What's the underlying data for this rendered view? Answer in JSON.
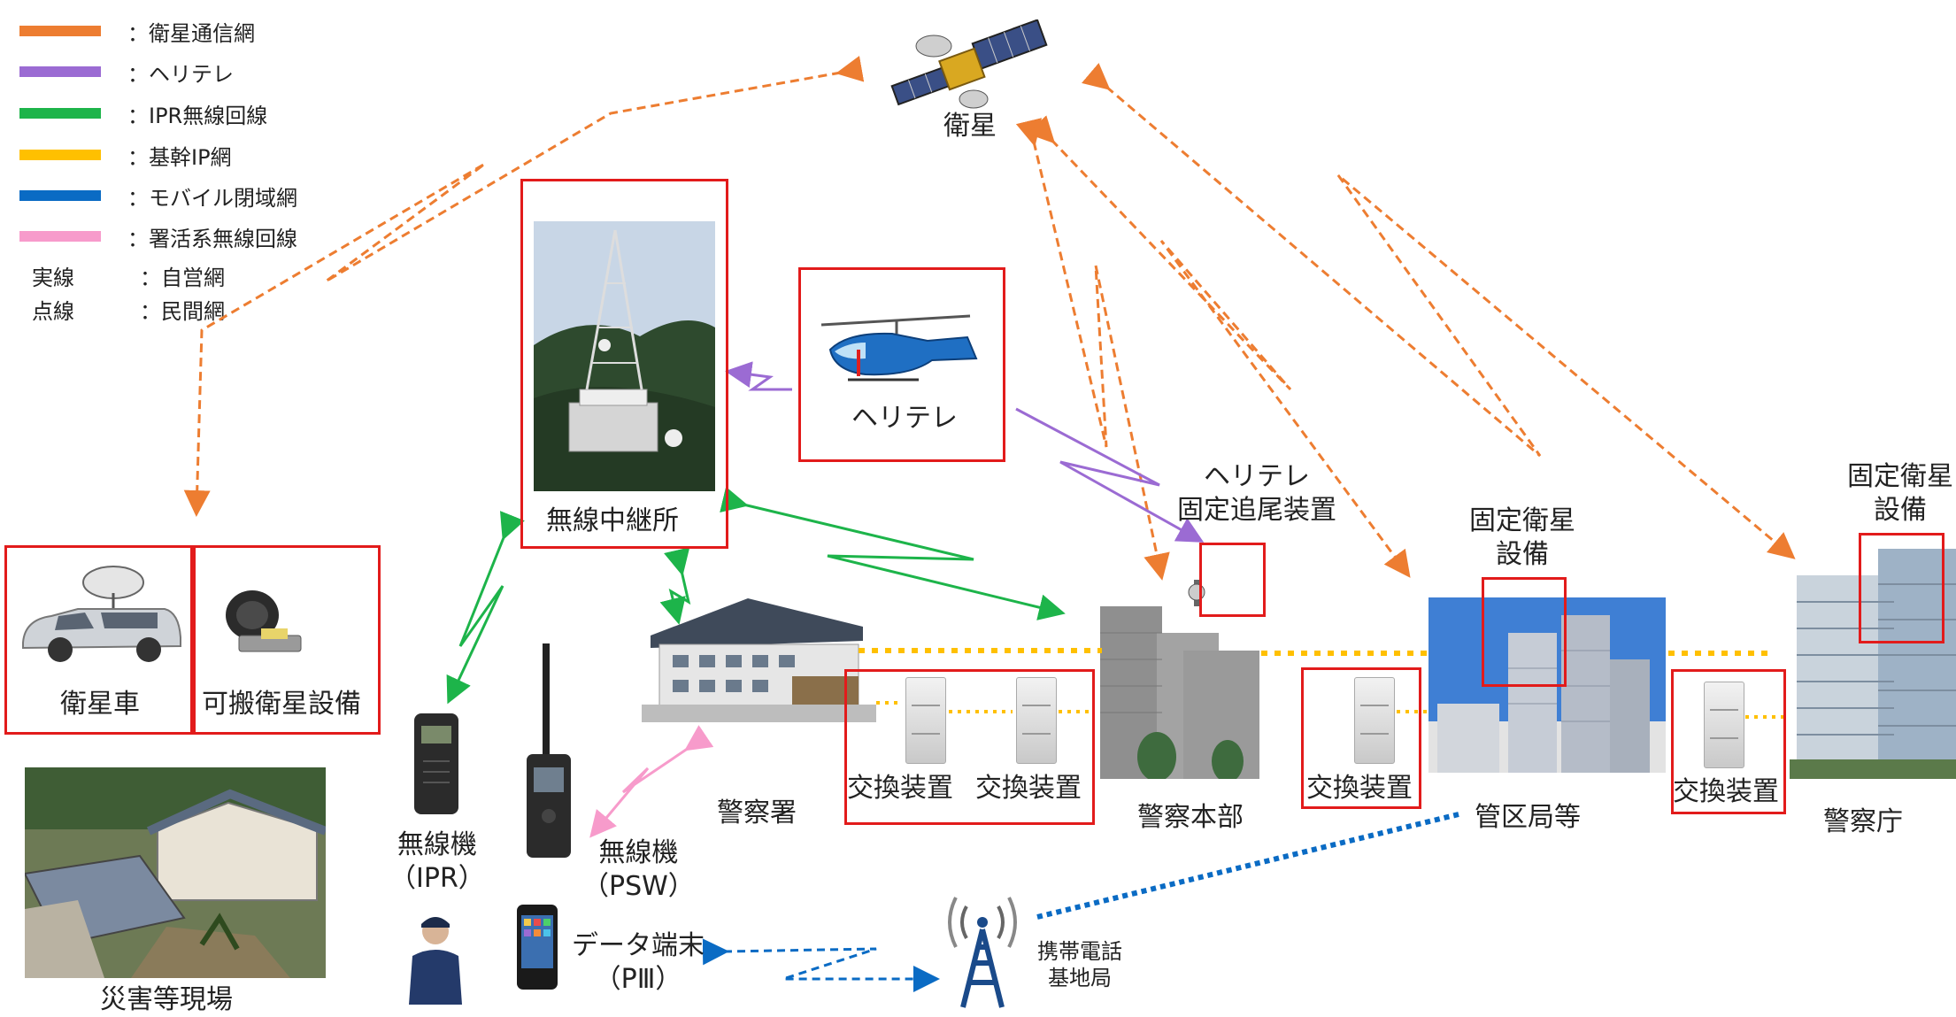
{
  "legend": [
    {
      "color": "#ED7D31",
      "label": "：衛星通信網"
    },
    {
      "color": "#9B6BD3",
      "label": "：ヘリテレ"
    },
    {
      "color": "#1DB44A",
      "label": "：IPR無線回線"
    },
    {
      "color": "#FFC000",
      "label": "：基幹IP網"
    },
    {
      "color": "#0A6BC4",
      "label": "：モバイル閉域網"
    },
    {
      "color": "#F79BCB",
      "label": "：署活系無線回線"
    }
  ],
  "legend_text": [
    {
      "key": "実線",
      "label": "：自営網"
    },
    {
      "key": "点線",
      "label": "：民間網"
    }
  ],
  "labels": {
    "satellite": "衛星",
    "relay_station": "無線中継所",
    "helitele": "ヘリテレ",
    "helitele_tracker": "ヘリテレ\n固定追尾装置",
    "fixed_sat_kanku": "固定衛星\n設備",
    "fixed_sat_npa": "固定衛星\n設備",
    "sat_car": "衛星車",
    "portable_sat": "可搬衛星設備",
    "disaster_site": "災害等現場",
    "radio_ipr": "無線機\n（IPR）",
    "radio_psw": "無線機\n（PSW）",
    "police_station": "警察署",
    "police_hq": "警察本部",
    "kanku": "管区局等",
    "npa": "警察庁",
    "switch_1": "交換装置",
    "switch_2": "交換装置",
    "switch_3": "交換装置",
    "switch_4": "交換装置",
    "data_terminal": "データ端末\n（PⅢ）",
    "base_station": "携帯電話\n基地局"
  },
  "colors": {
    "satellite_net": "#ED7D31",
    "helitele": "#9B6BD3",
    "ipr": "#1DB44A",
    "backbone": "#FFC000",
    "mobile": "#0A6BC4",
    "psw": "#F79BCB",
    "highlight": "#E21B1B"
  }
}
